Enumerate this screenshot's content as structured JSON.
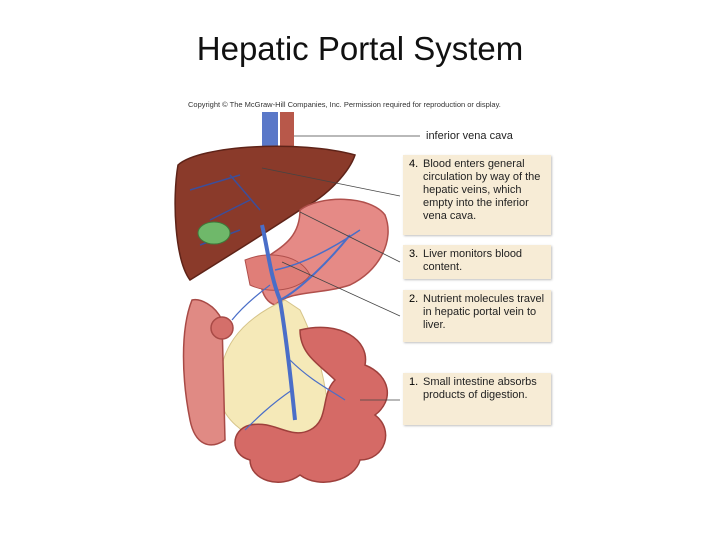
{
  "title": "Hepatic Portal System",
  "copyright": "Copyright © The McGraw-Hill Companies, Inc. Permission required for reproduction or display.",
  "labels": {
    "ivc": "inferior vena cava"
  },
  "callouts": [
    {
      "num": "4.",
      "text": "Blood enters general circulation by way of the hepatic veins, which empty into the inferior vena cava."
    },
    {
      "num": "3.",
      "text": "Liver monitors blood content."
    },
    {
      "num": "2.",
      "text": "Nutrient molecules travel in hepatic portal vein to liver."
    },
    {
      "num": "1.",
      "text": "Small intestine absorbs products of digestion."
    }
  ],
  "colors": {
    "liver": "#8a3a2a",
    "stomach": "#e58a86",
    "intestine": "#d56a66",
    "mesentery": "#f5e9b8",
    "vein": "#4a6ec8",
    "gallbladder": "#6fb86a",
    "callout_bg": "#f7ecd6"
  }
}
